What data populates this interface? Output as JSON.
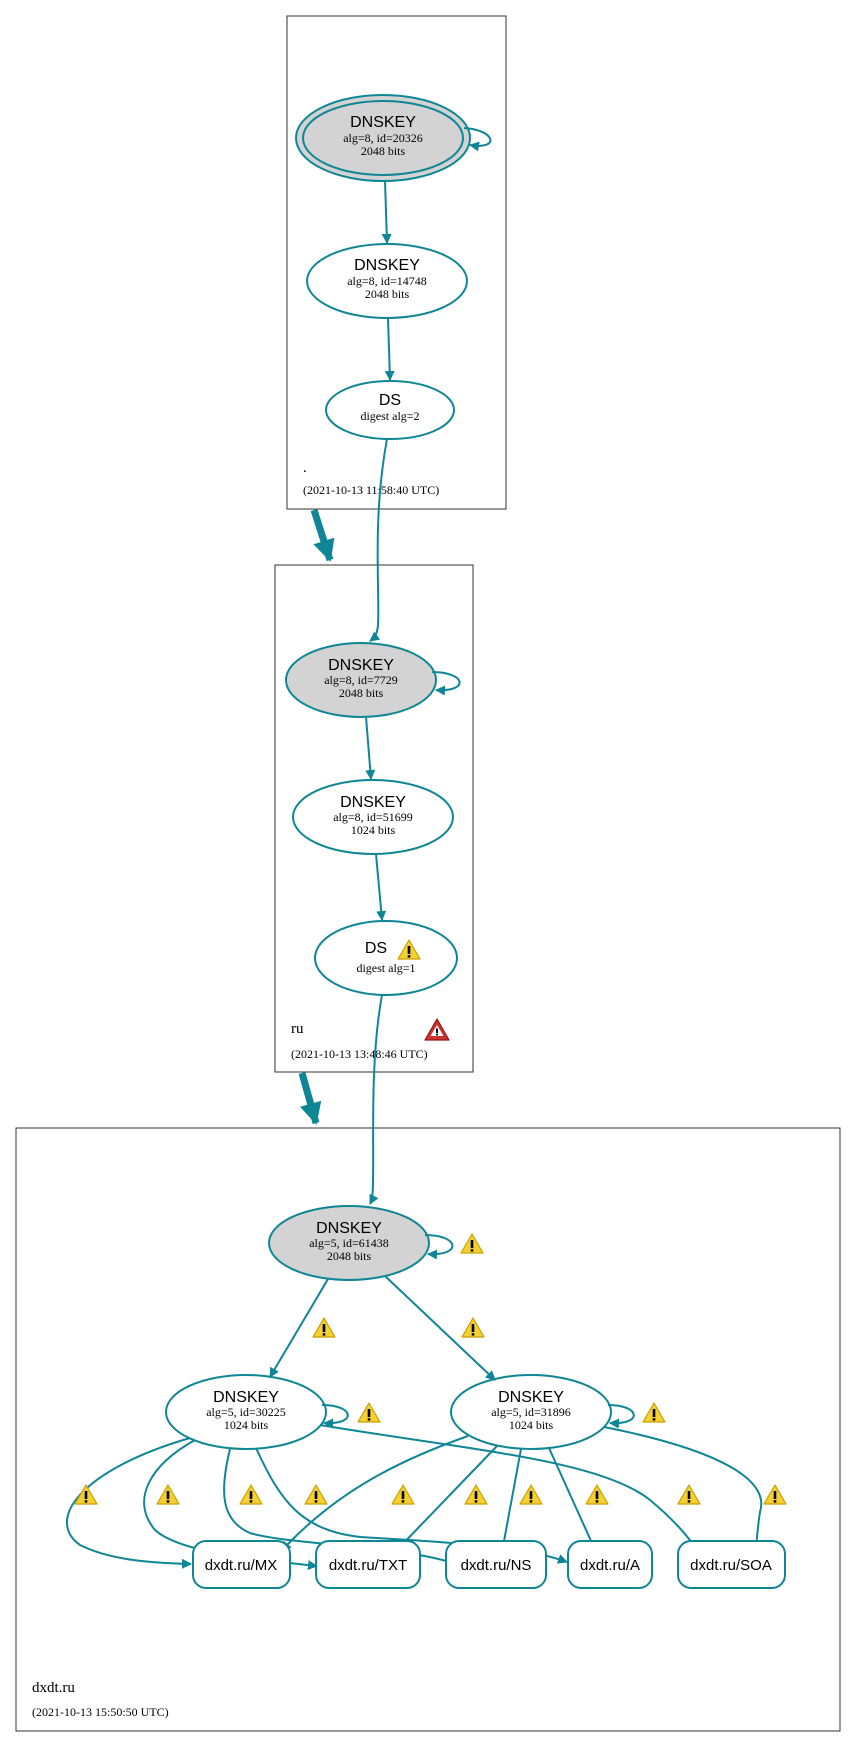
{
  "zones": {
    "root": {
      "name": ".",
      "timestamp": "(2021-10-13 11:58:40 UTC)",
      "ksk": {
        "title": "DNSKEY",
        "line1": "alg=8, id=20326",
        "line2": "2048 bits"
      },
      "zsk": {
        "title": "DNSKEY",
        "line1": "alg=8, id=14748",
        "line2": "2048 bits"
      },
      "ds": {
        "title": "DS",
        "line1": "digest alg=2"
      }
    },
    "ru": {
      "name": "ru",
      "timestamp": "(2021-10-13 13:48:46 UTC)",
      "ksk": {
        "title": "DNSKEY",
        "line1": "alg=8, id=7729",
        "line2": "2048 bits"
      },
      "zsk": {
        "title": "DNSKEY",
        "line1": "alg=8, id=51699",
        "line2": "1024 bits"
      },
      "ds": {
        "title": "DS",
        "line1": "digest alg=1"
      }
    },
    "dxdt": {
      "name": "dxdt.ru",
      "timestamp": "(2021-10-13 15:50:50 UTC)",
      "ksk": {
        "title": "DNSKEY",
        "line1": "alg=5, id=61438",
        "line2": "2048 bits"
      },
      "zsk1": {
        "title": "DNSKEY",
        "line1": "alg=5, id=30225",
        "line2": "1024 bits"
      },
      "zsk2": {
        "title": "DNSKEY",
        "line1": "alg=5, id=31896",
        "line2": "1024 bits"
      },
      "rrsets": [
        "dxdt.ru/MX",
        "dxdt.ru/TXT",
        "dxdt.ru/NS",
        "dxdt.ru/A",
        "dxdt.ru/SOA"
      ]
    }
  },
  "colors": {
    "edge": "#0f8696",
    "ksk_fill": "#d3d3d3",
    "warning": "#f0c020",
    "error": "#c82828"
  },
  "icons": [
    "warning-icon",
    "error-icon"
  ]
}
